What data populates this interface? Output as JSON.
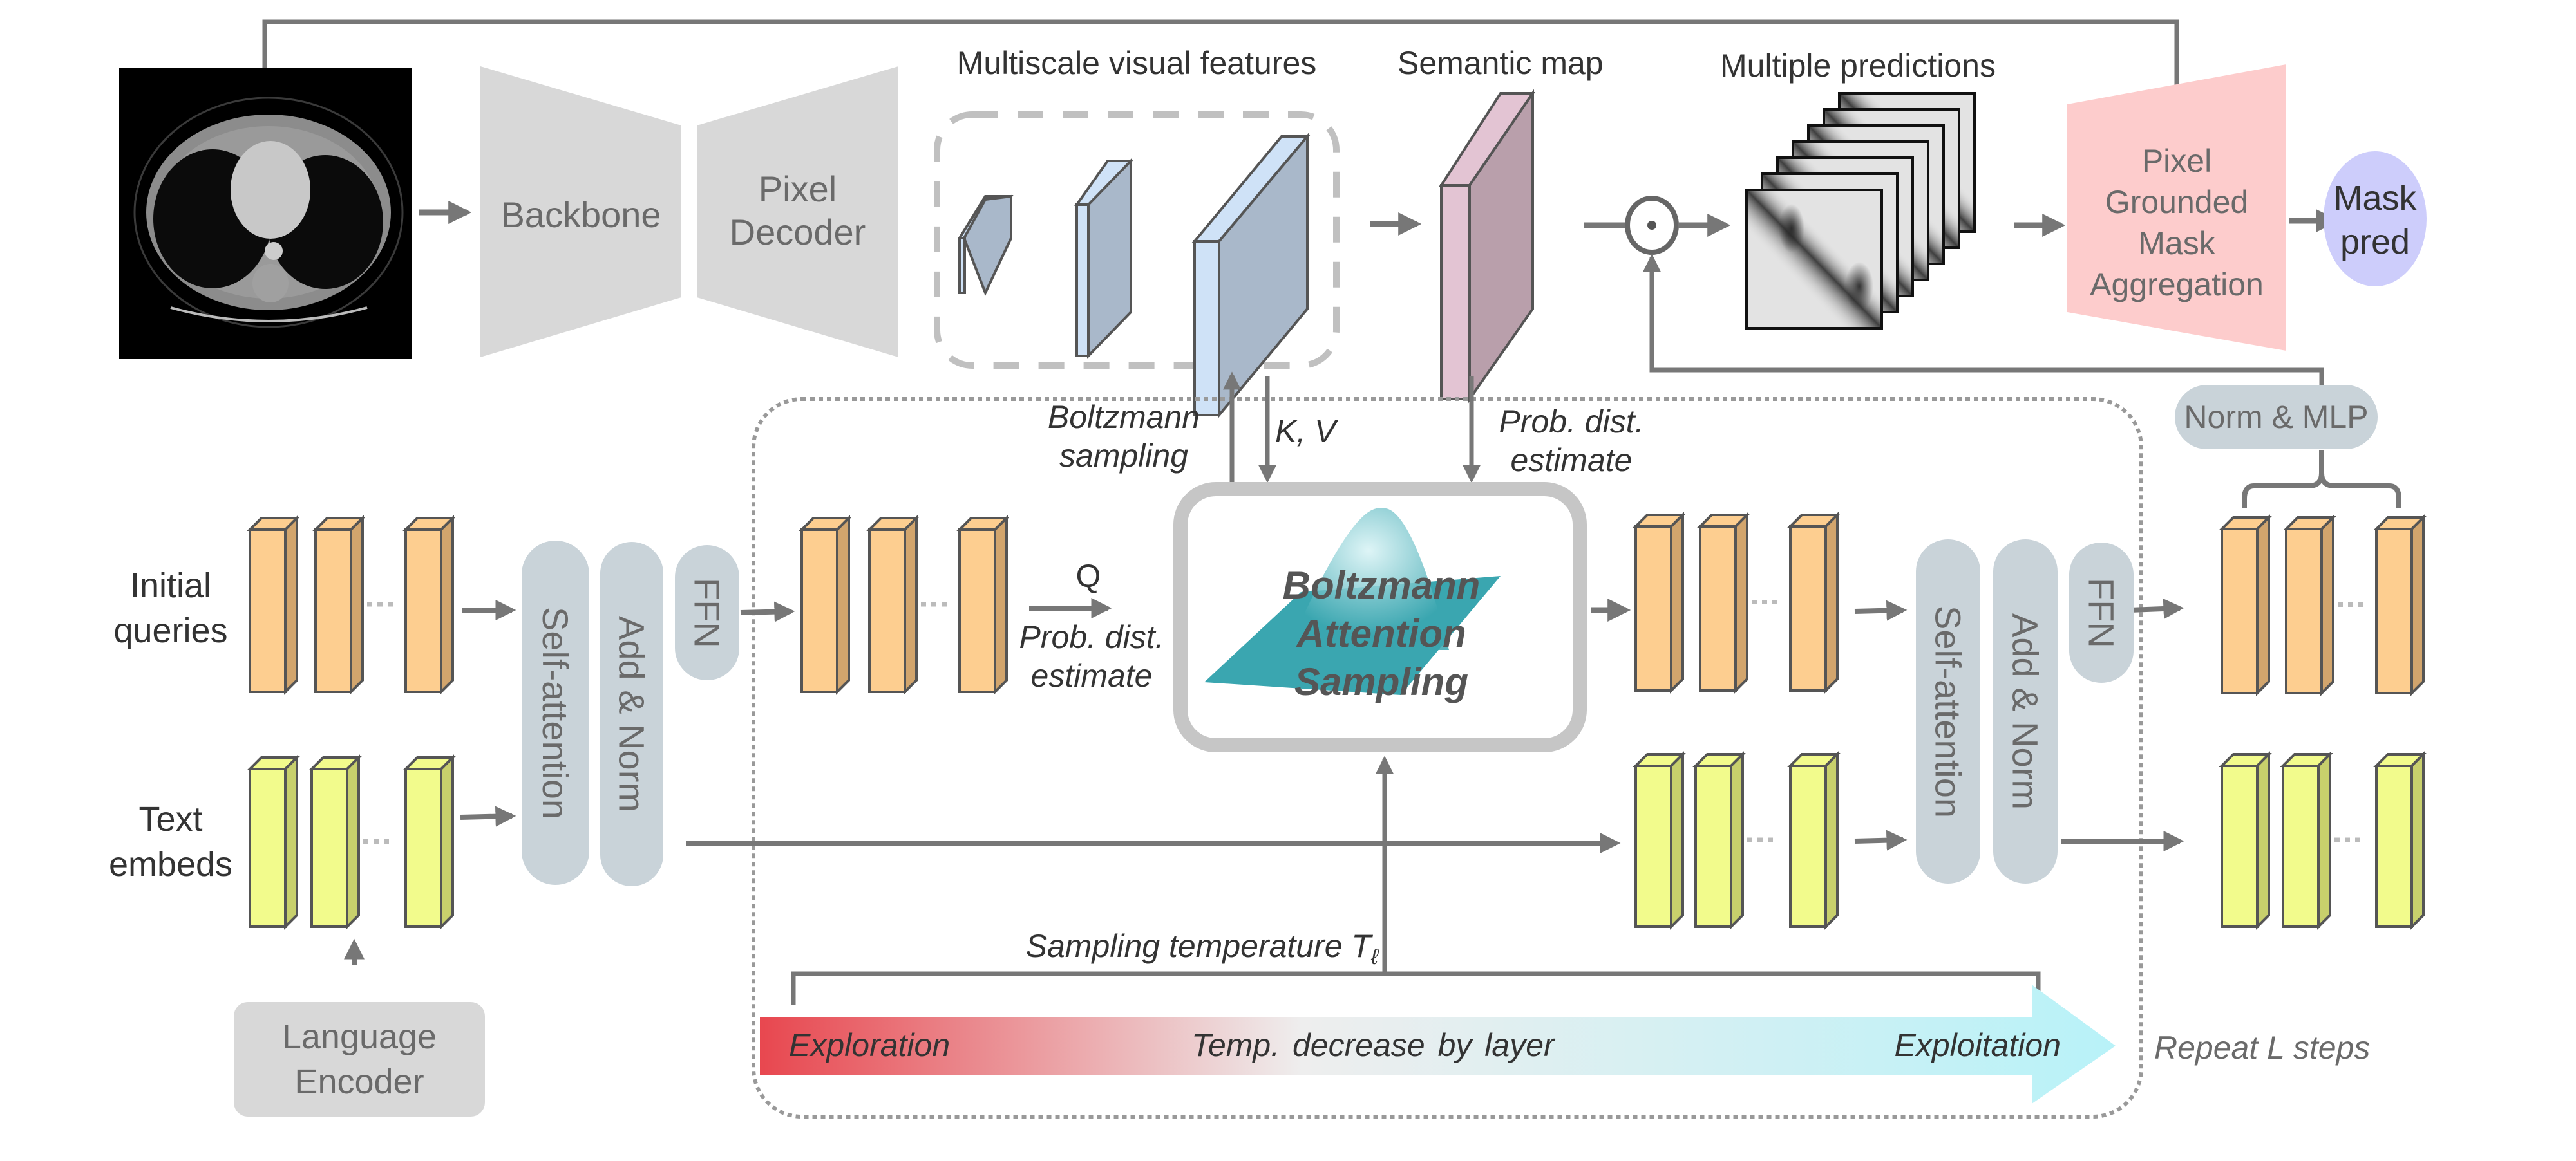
{
  "figure": {
    "input_image": {
      "description": "Axial chest CT slice",
      "kind": "ct-scan"
    },
    "encoder": {
      "backbone_label": "Backbone",
      "pixel_decoder_label": "Pixel\nDecoder",
      "multiscale_title": "Multiscale visual features",
      "semantic_map_title": "Semantic map",
      "multiple_predictions_title": "Multiple predictions",
      "prediction_count": 7,
      "aggregation_label": "Pixel\nGrounded\nMask\nAggregation",
      "mask_pred_label": "Mask\npred",
      "elementwise_operator": "⊙"
    },
    "left_block": {
      "initial_queries_label": "Initial\nqueries",
      "text_embeds_label": "Text\nembeds",
      "language_encoder_label": "Language\nEncoder",
      "self_attention_label": "Self-attention",
      "add_norm_label": "Add & Norm",
      "ffn_label": "FFN"
    },
    "bas_block": {
      "boltzmann_sampling_label": "Boltzmann\nsampling",
      "kv_label": "K, V",
      "prob_dist_top_label": "Prob. dist.\nestimate",
      "q_label": "Q",
      "prob_dist_left_label": "Prob. dist.\nestimate",
      "title": "Boltzmann\nAttention\nSampling",
      "sampling_temperature_label": "Sampling temperature T",
      "sampling_temperature_subscript": "ℓ"
    },
    "right_block": {
      "self_attention_label": "Self-attention",
      "add_norm_label": "Add & Norm",
      "ffn_label": "FFN",
      "norm_mlp_label": "Norm & MLP"
    },
    "temperature_bar": {
      "left_label": "Exploration",
      "middle_label": "Temp. decrease by layer",
      "right_label": "Exploitation",
      "start_color": "#e8474f",
      "mid_color": "#eeeeee",
      "end_color": "#b8f2f8"
    },
    "repeat_label": "Repeat L steps",
    "colors": {
      "query_front": "#fdce90",
      "query_side": "#d2a56d",
      "text_front": "#f2fb8c",
      "text_side": "#c8d06c",
      "feature_front": "#cfe2f7",
      "feature_side": "#a9b8ca",
      "semantic_front": "#e3c4d3",
      "semantic_side": "#b99fab",
      "aggregation_fill": "#fdcccc",
      "mask_pred_fill": "#cdcdfb",
      "module_fill": "#c9d3d9",
      "trapezoid_fill": "#d8d8d8",
      "arrow": "#777777",
      "bas_teal": "#3aa6b0"
    }
  }
}
